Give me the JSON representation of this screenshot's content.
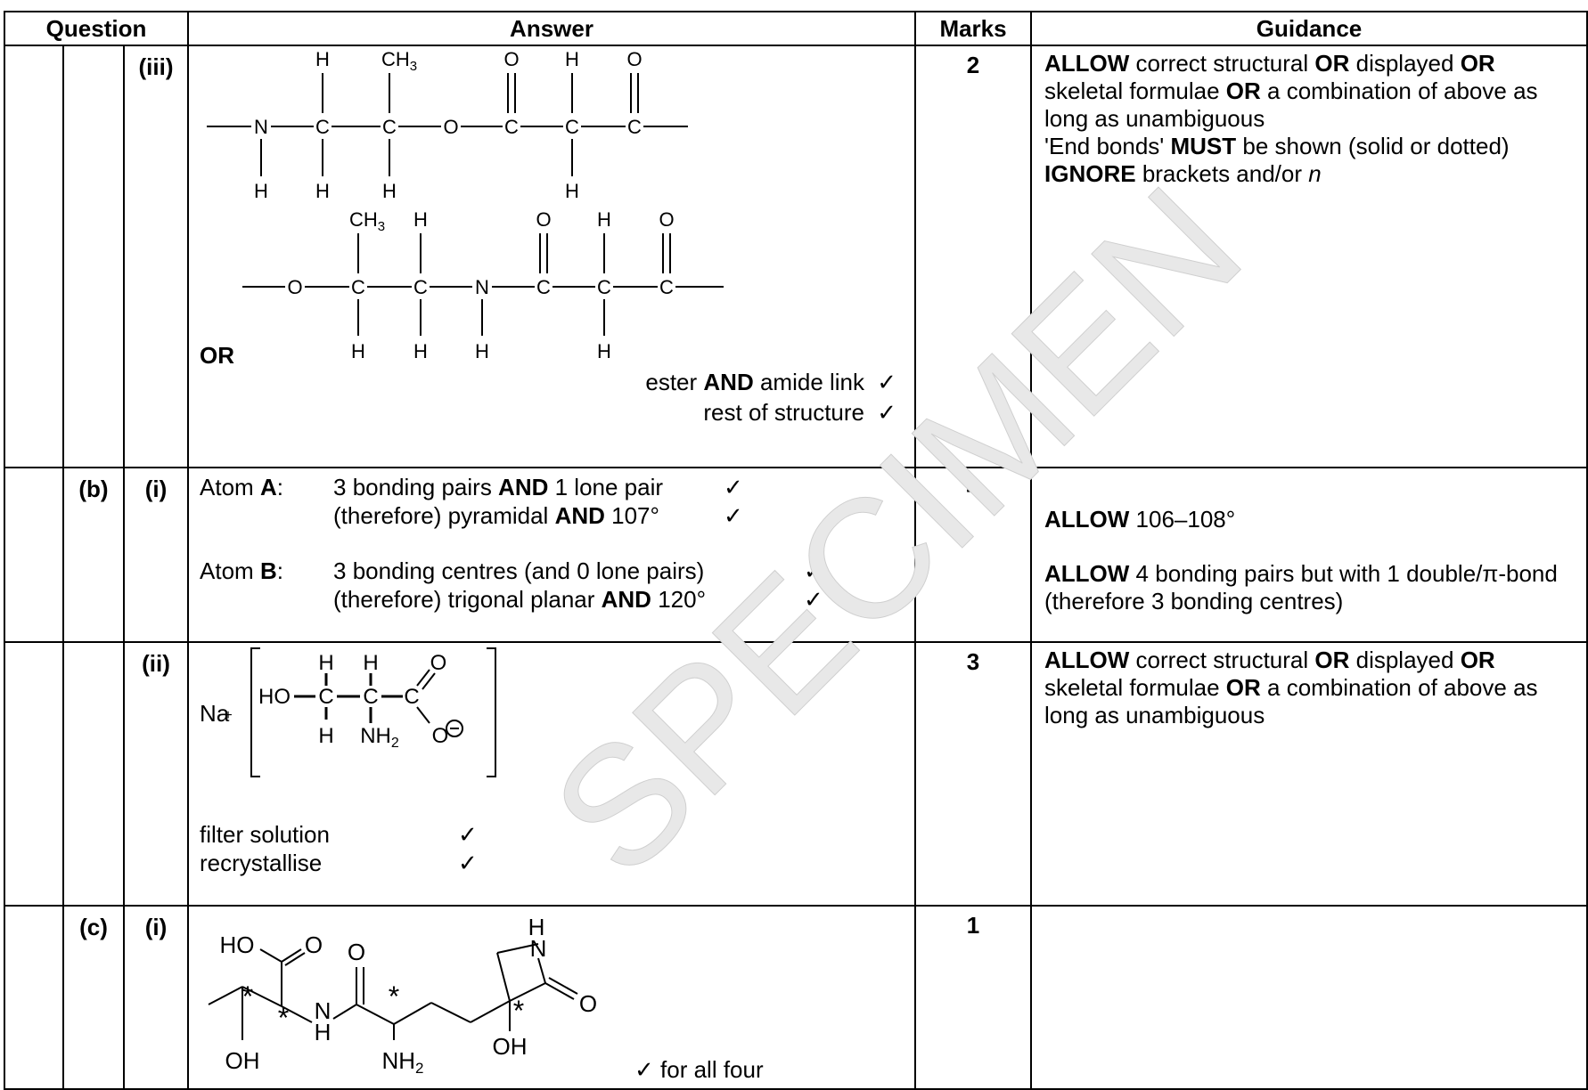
{
  "header": {
    "question": "Question",
    "answer": "Answer",
    "marks": "Marks",
    "guidance": "Guidance"
  },
  "watermark": "SPECIMEN",
  "rows": [
    {
      "part": "",
      "sub": "(iii)",
      "marks": "2",
      "answer": {
        "or_label": "OR",
        "mark1": "ester AND amide link",
        "mark2": "rest of structure",
        "tick": "✓"
      },
      "guidance": [
        "ALLOW correct structural OR displayed OR skeletal formulae OR a combination of above as long as unambiguous",
        "'End bonds' MUST be shown (solid or dotted)",
        "IGNORE brackets and/or n"
      ]
    },
    {
      "part": "(b)",
      "sub": "(i)",
      "marks": "4",
      "answer": {
        "atomA_label": "Atom A:",
        "atomA_line1": "3 bonding pairs AND 1 lone pair",
        "atomA_line2": "(therefore) pyramidal AND 107°",
        "atomB_label": "Atom B:",
        "atomB_line1": "3 bonding centres (and 0 lone pairs)",
        "atomB_line2": "(therefore) trigonal planar AND 120°",
        "tick": "✓"
      },
      "guidance": [
        "ALLOW 106–108°",
        "ALLOW 4 bonding pairs but with 1 double/π-bond (therefore 3 bonding centres)"
      ]
    },
    {
      "part": "",
      "sub": "(ii)",
      "marks": "3",
      "answer": {
        "na": "Na",
        "line1": "filter solution",
        "line2": "recrystallise",
        "tick": "✓"
      },
      "guidance": [
        "ALLOW correct structural OR displayed OR skeletal formulae OR a combination of above as long as unambiguous"
      ]
    },
    {
      "part": "(c)",
      "sub": "(i)",
      "marks": "1",
      "answer": {
        "note": "✓ for all four"
      },
      "guidance": []
    }
  ]
}
